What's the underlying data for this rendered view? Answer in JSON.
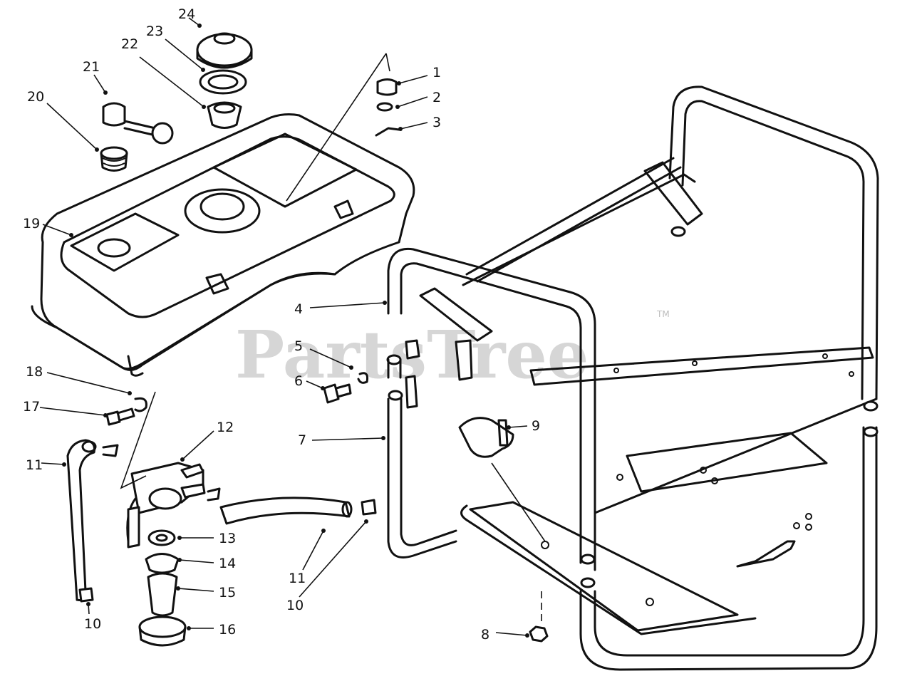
{
  "watermark": {
    "text": "PartsTree",
    "trademark": "TM"
  },
  "callouts": [
    {
      "label": "24"
    },
    {
      "label": "23"
    },
    {
      "label": "22"
    },
    {
      "label": "21"
    },
    {
      "label": "20"
    },
    {
      "label": "1"
    },
    {
      "label": "2"
    },
    {
      "label": "3"
    },
    {
      "label": "19"
    },
    {
      "label": "4"
    },
    {
      "label": "5"
    },
    {
      "label": "6"
    },
    {
      "label": "18"
    },
    {
      "label": "17"
    },
    {
      "label": "12"
    },
    {
      "label": "11"
    },
    {
      "label": "7"
    },
    {
      "label": "9"
    },
    {
      "label": "13"
    },
    {
      "label": "14"
    },
    {
      "label": "15"
    },
    {
      "label": "16"
    },
    {
      "label": "10"
    },
    {
      "label": "11"
    },
    {
      "label": "10"
    },
    {
      "label": "8"
    }
  ]
}
